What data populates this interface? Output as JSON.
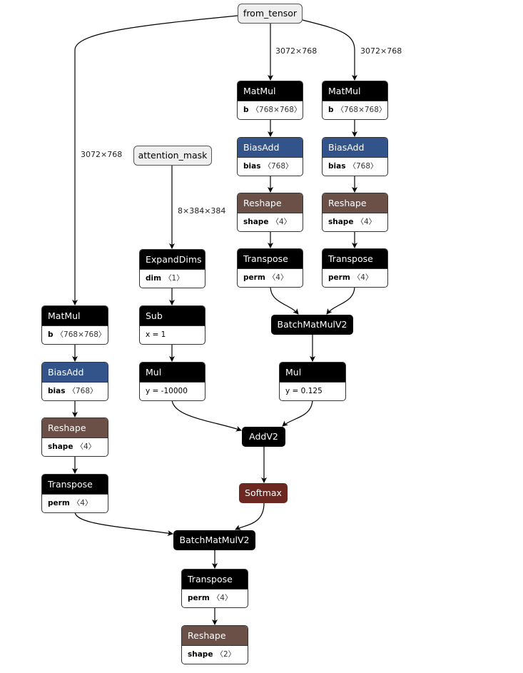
{
  "colors": {
    "op_default": "#000000",
    "op_biasadd": "#33548a",
    "op_reshape": "#6b5048",
    "op_softmax": "#6c2720",
    "input_fill": "#eeeeee",
    "edge": "#000000"
  },
  "inputs": {
    "from_tensor": "from_tensor",
    "attention_mask": "attention_mask"
  },
  "edge_labels": {
    "q_branch": "3072×768",
    "k_branch": "3072×768",
    "v_branch": "3072×768",
    "mask": "8×384×384"
  },
  "nodes": {
    "matmul_q": {
      "op": "MatMul",
      "attr_name": "b",
      "attr_value": "〈768×768〉"
    },
    "matmul_k": {
      "op": "MatMul",
      "attr_name": "b",
      "attr_value": "〈768×768〉"
    },
    "biasadd_q": {
      "op": "BiasAdd",
      "attr_name": "bias",
      "attr_value": "〈768〉"
    },
    "biasadd_k": {
      "op": "BiasAdd",
      "attr_name": "bias",
      "attr_value": "〈768〉"
    },
    "reshape_q": {
      "op": "Reshape",
      "attr_name": "shape",
      "attr_value": "〈4〉"
    },
    "reshape_k": {
      "op": "Reshape",
      "attr_name": "shape",
      "attr_value": "〈4〉"
    },
    "transpose_q": {
      "op": "Transpose",
      "attr_name": "perm",
      "attr_value": "〈4〉"
    },
    "transpose_k": {
      "op": "Transpose",
      "attr_name": "perm",
      "attr_value": "〈4〉"
    },
    "batchmatmul_qk": {
      "op": "BatchMatMulV2"
    },
    "expanddims": {
      "op": "ExpandDims",
      "attr_name": "dim",
      "attr_value": "〈1〉"
    },
    "sub": {
      "op": "Sub",
      "attr_text": "x = 1"
    },
    "mul_mask": {
      "op": "Mul",
      "attr_text": "y = -10000"
    },
    "mul_scale": {
      "op": "Mul",
      "attr_text": "y = 0.125"
    },
    "addv2": {
      "op": "AddV2"
    },
    "softmax": {
      "op": "Softmax"
    },
    "matmul_v": {
      "op": "MatMul",
      "attr_name": "b",
      "attr_value": "〈768×768〉"
    },
    "biasadd_v": {
      "op": "BiasAdd",
      "attr_name": "bias",
      "attr_value": "〈768〉"
    },
    "reshape_v": {
      "op": "Reshape",
      "attr_name": "shape",
      "attr_value": "〈4〉"
    },
    "transpose_v": {
      "op": "Transpose",
      "attr_name": "perm",
      "attr_value": "〈4〉"
    },
    "batchmatmul_out": {
      "op": "BatchMatMulV2"
    },
    "transpose_out": {
      "op": "Transpose",
      "attr_name": "perm",
      "attr_value": "〈4〉"
    },
    "reshape_out": {
      "op": "Reshape",
      "attr_name": "shape",
      "attr_value": "〈2〉"
    }
  }
}
